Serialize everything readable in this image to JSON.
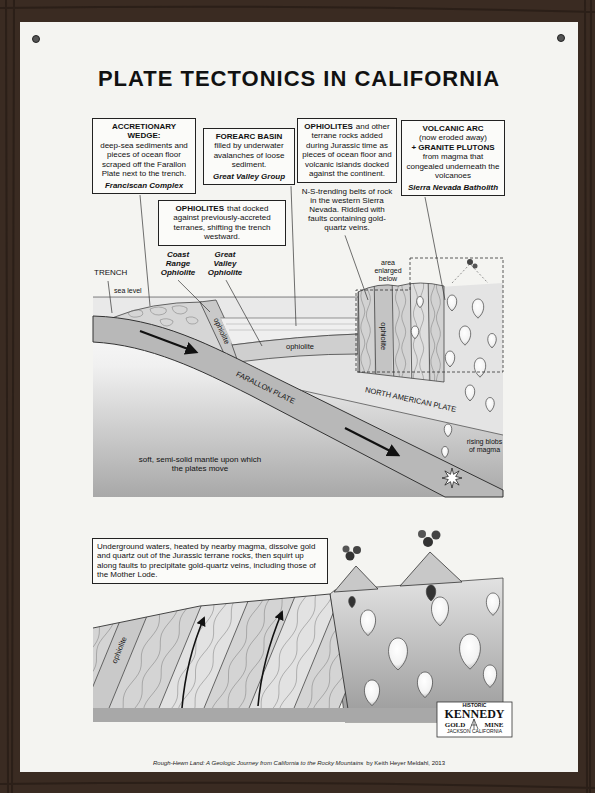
{
  "diagram": {
    "title": "PLATE TECTONICS IN CALIFORNIA",
    "nodes": [
      {
        "text": [
          "ACCRETIONARY WEDGE:",
          "deep-sea sediments and pieces of ocean floor scraped off the Farallon Plate next to the trench.",
          "Franciscan Complex"
        ]
      },
      {
        "text": [
          "FOREARC BASIN",
          "filled by underwater avalanches of loose sediment.",
          "Great Valley Group"
        ]
      },
      {
        "text": [
          "OPHIOLITES",
          "and other terrane rocks added during Jurassic time as pieces of ocean floor and volcanic islands docked against the continent."
        ]
      },
      {
        "text": [
          "VOLCANIC ARC",
          "(now eroded away)",
          "+ GRANITE PLUTONS",
          "from magma that congealed underneath the volcanoes",
          "Sierra Nevada Batholith"
        ]
      },
      {
        "text": [
          "OPHIOLITES",
          "that docked against previously-accreted terranes, shifting the trench westward."
        ]
      },
      {
        "text": [
          "Underground waters, heated by nearby magma, dissolve gold and quartz out of the Jurassic terrane rocks, then squirt up along faults to precipitate gold-quartz veins, including those of the Mother Lode."
        ]
      }
    ],
    "labels": [
      "Coast Range Ophiolite",
      "Great Valley Ophiolite",
      "N-S-trending belts of rock in the western Sierra Nevada. Riddled with faults containing gold-quartz veins.",
      "TRENCH",
      "sea level",
      "area enlarged below",
      "ophiolite",
      "ophiolite",
      "ophiolite",
      "FARALLON PLATE",
      "NORTH AMERICAN PLATE",
      "rising blobs of magma",
      "soft, semi-solid mantle upon which the plates move",
      "ophiolite",
      "HISTORIC",
      "KENNEDY",
      "GOLD",
      "MINE",
      "JACKSON CALIFORNIA",
      "Rough-Hewn Land: A Geologic Journey from California to the Rocky Mountains",
      "by Keith Heyer Meldahl, 2013"
    ]
  }
}
